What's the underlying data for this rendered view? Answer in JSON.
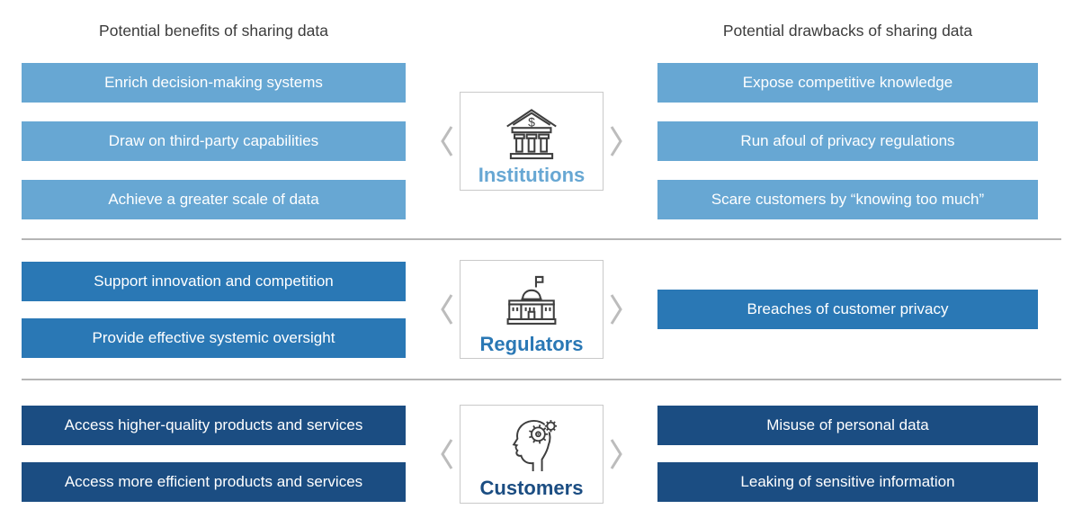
{
  "headers": {
    "benefits": "Potential benefits of sharing data",
    "drawbacks": "Potential drawbacks of sharing data"
  },
  "colors": {
    "header_text": "#3c3c3c",
    "divider": "#b5b5b5",
    "box_border": "#c9c9c9",
    "chevron": "#bcbcbc",
    "icon_stroke": "#3e3e3e",
    "light_blue": "#67a7d3",
    "medium_blue": "#2a78b5",
    "dark_blue": "#1b4d82"
  },
  "rows": [
    {
      "id": "institutions",
      "label": "Institutions",
      "icon": "bank-icon",
      "color": "#67a7d3",
      "benefits": [
        "Enrich decision-making systems",
        "Draw on third-party capabilities",
        "Achieve a greater scale of data"
      ],
      "drawbacks": [
        "Expose competitive knowledge",
        "Run afoul of privacy regulations",
        "Scare customers by “knowing too much”"
      ]
    },
    {
      "id": "regulators",
      "label": "Regulators",
      "icon": "capitol-icon",
      "color": "#2a78b5",
      "benefits": [
        "Support innovation and competition",
        "Provide effective systemic oversight"
      ],
      "drawbacks": [
        "Breaches of customer privacy"
      ]
    },
    {
      "id": "customers",
      "label": "Customers",
      "icon": "head-gears-icon",
      "color": "#1b4d82",
      "benefits": [
        "Access higher-quality products and services",
        "Access more efficient products and services"
      ],
      "drawbacks": [
        "Misuse of personal data",
        "Leaking of sensitive information"
      ]
    }
  ]
}
